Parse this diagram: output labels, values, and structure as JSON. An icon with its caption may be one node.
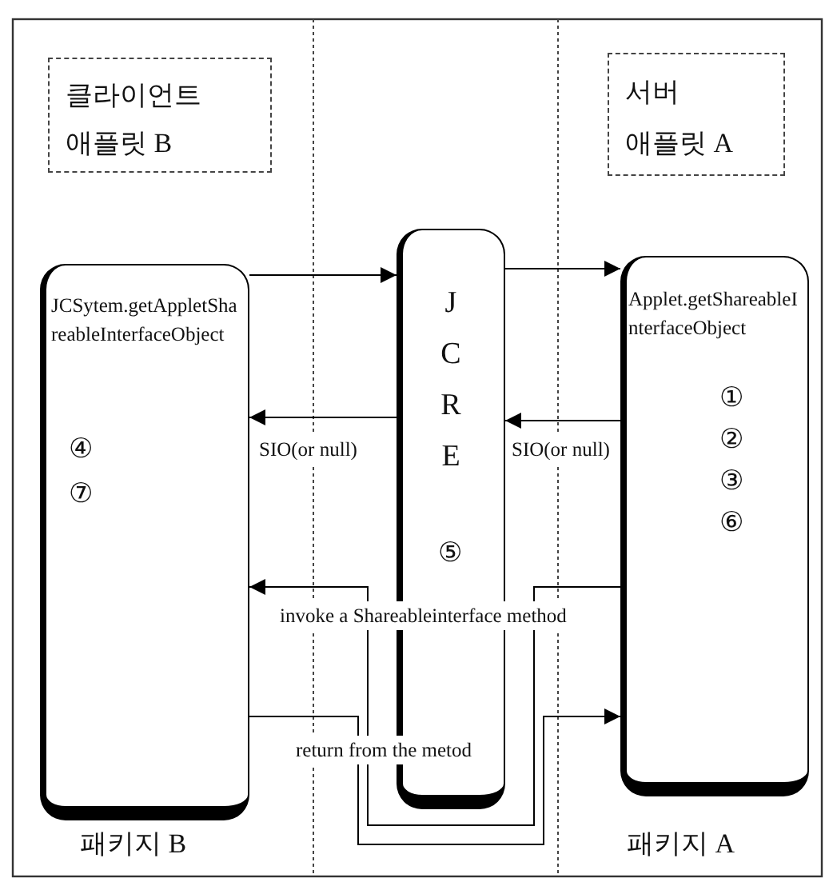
{
  "diagram": {
    "nodes": [
      {
        "text": [
          "클라이언트 애플릿 B"
        ]
      },
      {
        "text": [
          "서버 애플릿 A"
        ]
      },
      {
        "text": [
          "④",
          "⑦"
        ],
        "beside": [
          "패키지 B"
        ]
      },
      {
        "text": [
          "JCRE",
          "⑤"
        ]
      },
      {
        "text": [
          "①",
          "②",
          "③",
          "⑥"
        ],
        "beside": [
          "패키지 A"
        ]
      }
    ],
    "edges": [
      {
        "from": 2,
        "to": 3,
        "arrow": "to",
        "label": "JCSytem.getAppletShareableInterfaceObject"
      },
      {
        "from": 3,
        "to": 4,
        "arrow": "to",
        "label": "Applet.getShareableInterfaceObject"
      },
      {
        "from": 4,
        "to": 3,
        "arrow": "to",
        "label": "SIO(or null)"
      },
      {
        "from": 3,
        "to": 2,
        "arrow": "to",
        "label": "SIO(or null)"
      },
      {
        "from": 4,
        "to": 2,
        "arrow": "to",
        "label": "invoke a Shareableinterface method"
      },
      {
        "from": 2,
        "to": 4,
        "arrow": "to",
        "label": "return from the metod"
      }
    ]
  }
}
